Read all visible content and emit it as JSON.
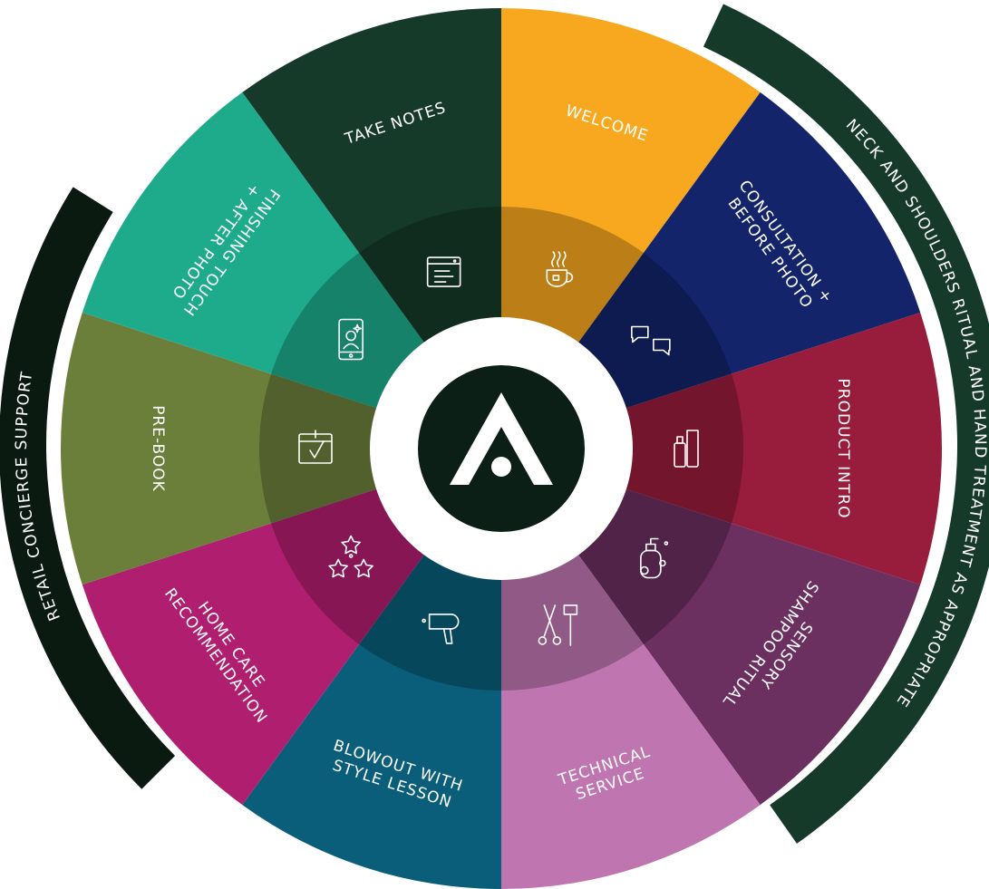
{
  "center_logo": {
    "name": "brand-logo",
    "bg_color": "#0b1f17",
    "ring_color": "#ffffff"
  },
  "segments": [
    {
      "key": "welcome",
      "lines": [
        "WELCOME"
      ],
      "color": "#f7a81f",
      "icon": "tea-cup-icon"
    },
    {
      "key": "consultation",
      "lines": [
        "CONSULTATION +",
        "BEFORE PHOTO"
      ],
      "color": "#13246a",
      "icon": "chat-bubbles-icon"
    },
    {
      "key": "product-intro",
      "lines": [
        "PRODUCT INTRO"
      ],
      "color": "#981c3b",
      "icon": "product-bottles-icon"
    },
    {
      "key": "sensory-shampoo",
      "lines": [
        "SENSORY",
        "SHAMPOO RITUAL"
      ],
      "color": "#6b2f60",
      "icon": "shampoo-bottle-icon"
    },
    {
      "key": "technical-service",
      "lines": [
        "TECHNICAL",
        "SERVICE"
      ],
      "color": "#bf75b0",
      "icon": "scissors-brush-icon"
    },
    {
      "key": "blowout",
      "lines": [
        "BLOWOUT WITH",
        "STYLE LESSON"
      ],
      "color": "#0a5e7a",
      "icon": "hair-dryer-icon"
    },
    {
      "key": "home-care",
      "lines": [
        "HOME CARE",
        "RECOMMENDATION"
      ],
      "color": "#b01f6f",
      "icon": "stars-icon"
    },
    {
      "key": "pre-book",
      "lines": [
        "PRE-BOOK"
      ],
      "color": "#6b7f3a",
      "icon": "calendar-check-icon"
    },
    {
      "key": "finishing-touch",
      "lines": [
        "FINISHING TOUCH",
        "+ AFTER PHOTO"
      ],
      "color": "#1eab8c",
      "icon": "phone-photo-icon"
    },
    {
      "key": "take-notes",
      "lines": [
        "TAKE NOTES"
      ],
      "color": "#163a2a",
      "icon": "notes-window-icon"
    }
  ],
  "outer_arcs": [
    {
      "key": "neck-shoulders",
      "text": "NECK AND SHOULDERS RITUAL AND HAND TREATMENT AS APPROPRIATE",
      "color": "#163a2a"
    },
    {
      "key": "retail-concierge",
      "text": "RETAIL CONCIERGE SUPPORT",
      "color": "#0b1a11"
    }
  ]
}
